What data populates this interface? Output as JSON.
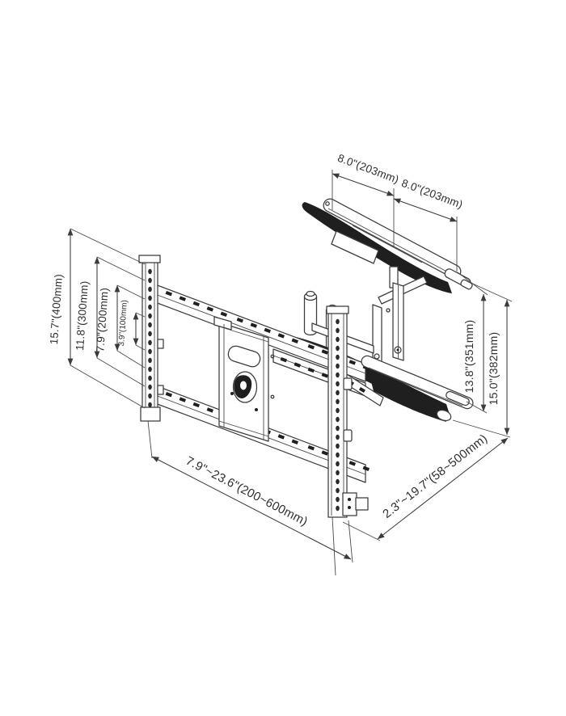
{
  "diagram": {
    "subject": "Articulating full-motion TV wall mount bracket - dimensional line drawing",
    "background_color": "#ffffff",
    "line_color": "#3b3b3b"
  },
  "dimension_labels": {
    "top_span_left": "8.0\"(203mm)",
    "top_span_right": "8.0\"(203mm)",
    "vesa_height_max": "15.7\"(400mm)",
    "vesa_height_300": "11.8\"(300mm)",
    "vesa_height_200": "7.9\"(200mm)",
    "vesa_height_100": "3.9\"(100mm)",
    "depth_retracted": "13.8\"(351mm)",
    "depth_total": "15.0\"(382mm)",
    "vesa_width_range": "7.9\"~23.6\"(200~600mm)",
    "extension_range": "2.3\"~19.7\"(58~500mm)"
  }
}
